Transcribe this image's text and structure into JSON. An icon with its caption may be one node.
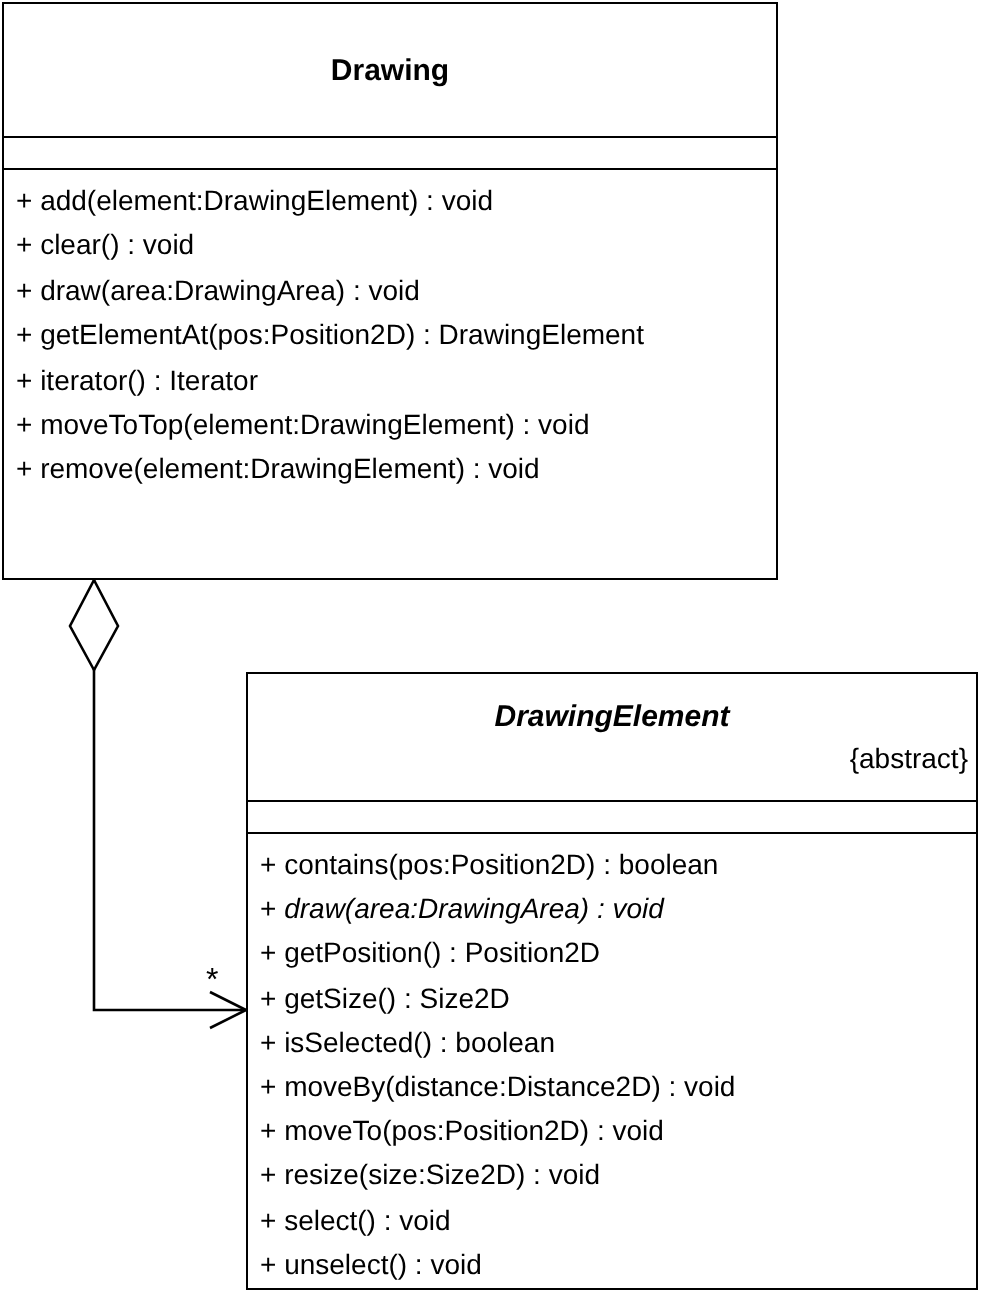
{
  "diagram": {
    "nodes": [
      {
        "text": [
          "Drawing",
          "+ add(element:DrawingElement) : void",
          "+ clear() : void",
          "+ draw(area:DrawingArea) : void",
          "+ getElementAt(pos:Position2D) : DrawingElement",
          "+ iterator() : Iterator",
          "+ moveToTop(element:DrawingElement) : void",
          "+ remove(element:DrawingElement) : void"
        ]
      },
      {
        "text": [
          "DrawingElement",
          "{abstract}",
          "+ contains(pos:Position2D) : boolean",
          "+ *draw(area:DrawingArea) : void*",
          "+ getPosition() : Position2D",
          "+ getSize() : Size2D",
          "+ isSelected() : boolean",
          "+ moveBy(distance:Distance2D) : void",
          "+ moveTo(pos:Position2D) : void",
          "+ resize(size:Size2D) : void",
          "+ select() : void",
          "+ unselect() : void"
        ]
      }
    ],
    "edges": [
      {
        "from": 0,
        "to": 1,
        "arrow": "to",
        "label": "*"
      }
    ]
  }
}
